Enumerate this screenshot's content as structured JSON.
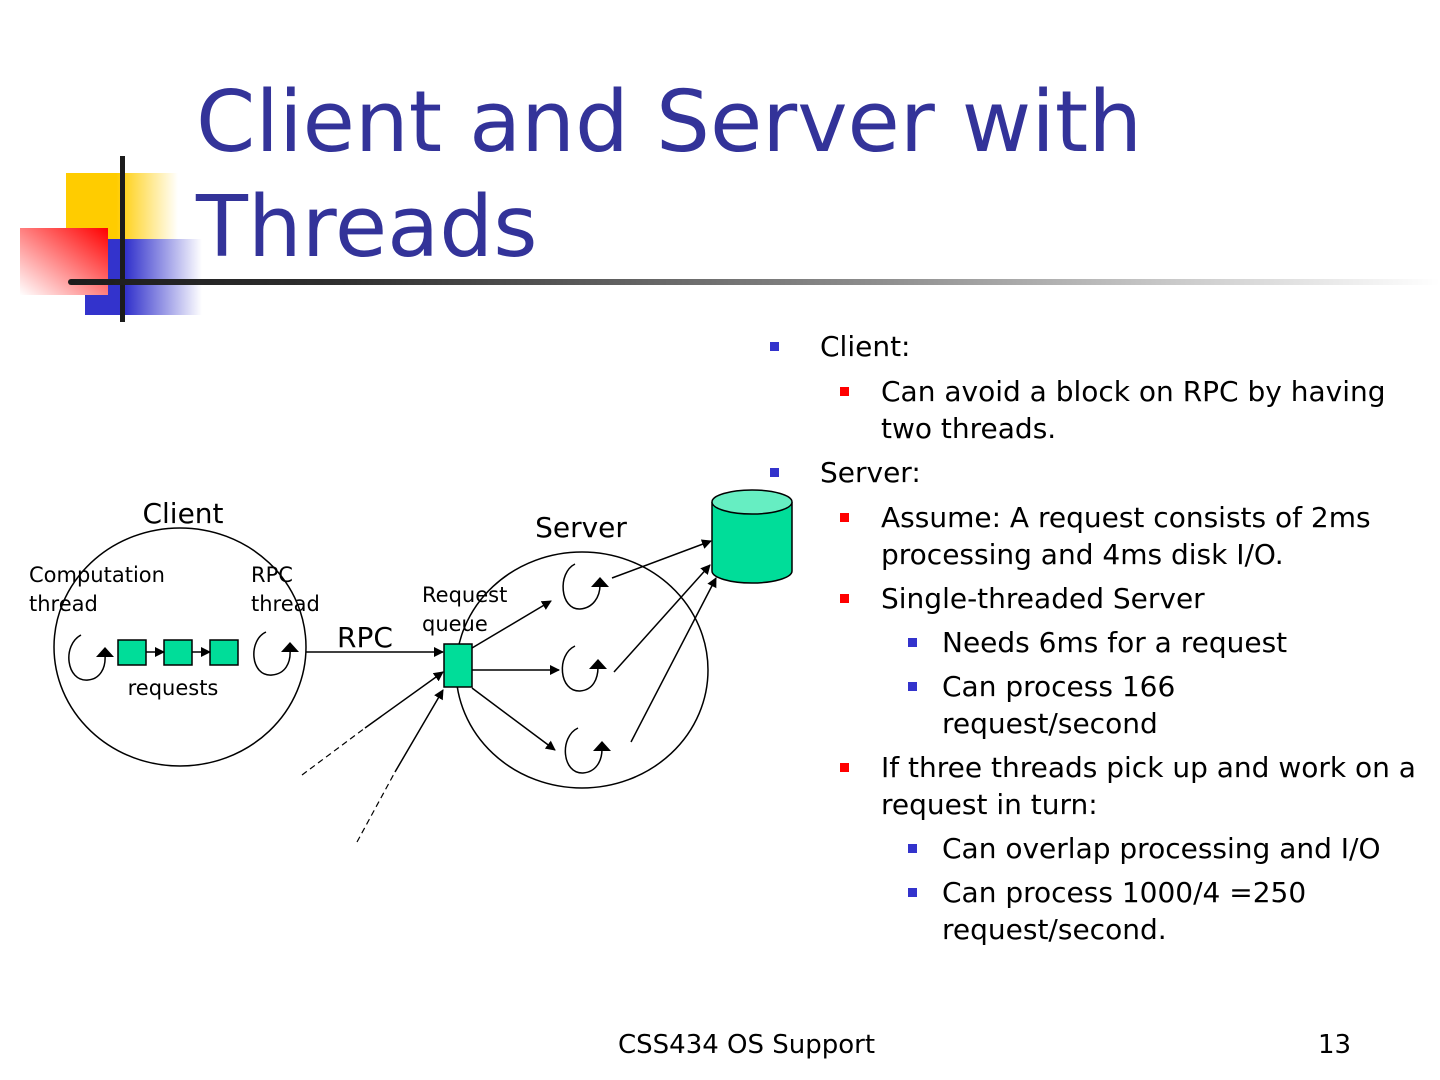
{
  "slide": {
    "title": "Client and Server with Threads",
    "colors": {
      "title": "#333399",
      "bullet_l1": "#3333cc",
      "bullet_l2": "#ff0000",
      "bullet_l3": "#3333cc",
      "queue_fill": "#00dd99"
    }
  },
  "diagram": {
    "client_label": "Client",
    "computation_thread_label": [
      "Computation",
      "thread"
    ],
    "rpc_thread_label": [
      "RPC",
      "thread"
    ],
    "requests_label": "requests",
    "rpc_label": "RPC",
    "server_label": "Server",
    "request_queue_label": [
      "Request",
      "queue"
    ],
    "disk_icon": "database-cylinder"
  },
  "bullets": [
    {
      "level": 1,
      "text": "Client:"
    },
    {
      "level": 2,
      "text": "Can avoid a block on RPC by having two threads."
    },
    {
      "level": 1,
      "text": "Server:"
    },
    {
      "level": 2,
      "text": "Assume: A request consists of 2ms processing and 4ms disk I/O."
    },
    {
      "level": 2,
      "text": "Single-threaded Server"
    },
    {
      "level": 3,
      "text": "Needs 6ms for a request"
    },
    {
      "level": 3,
      "text": "Can process 166 request/second"
    },
    {
      "level": 2,
      "text": "If three threads pick up and work on a request in turn:"
    },
    {
      "level": 3,
      "text": "Can overlap processing and I/O"
    },
    {
      "level": 3,
      "text": "Can process 1000/4 =250 request/second."
    }
  ],
  "footer": {
    "course": "CSS434 OS Support",
    "page_number": "13"
  }
}
